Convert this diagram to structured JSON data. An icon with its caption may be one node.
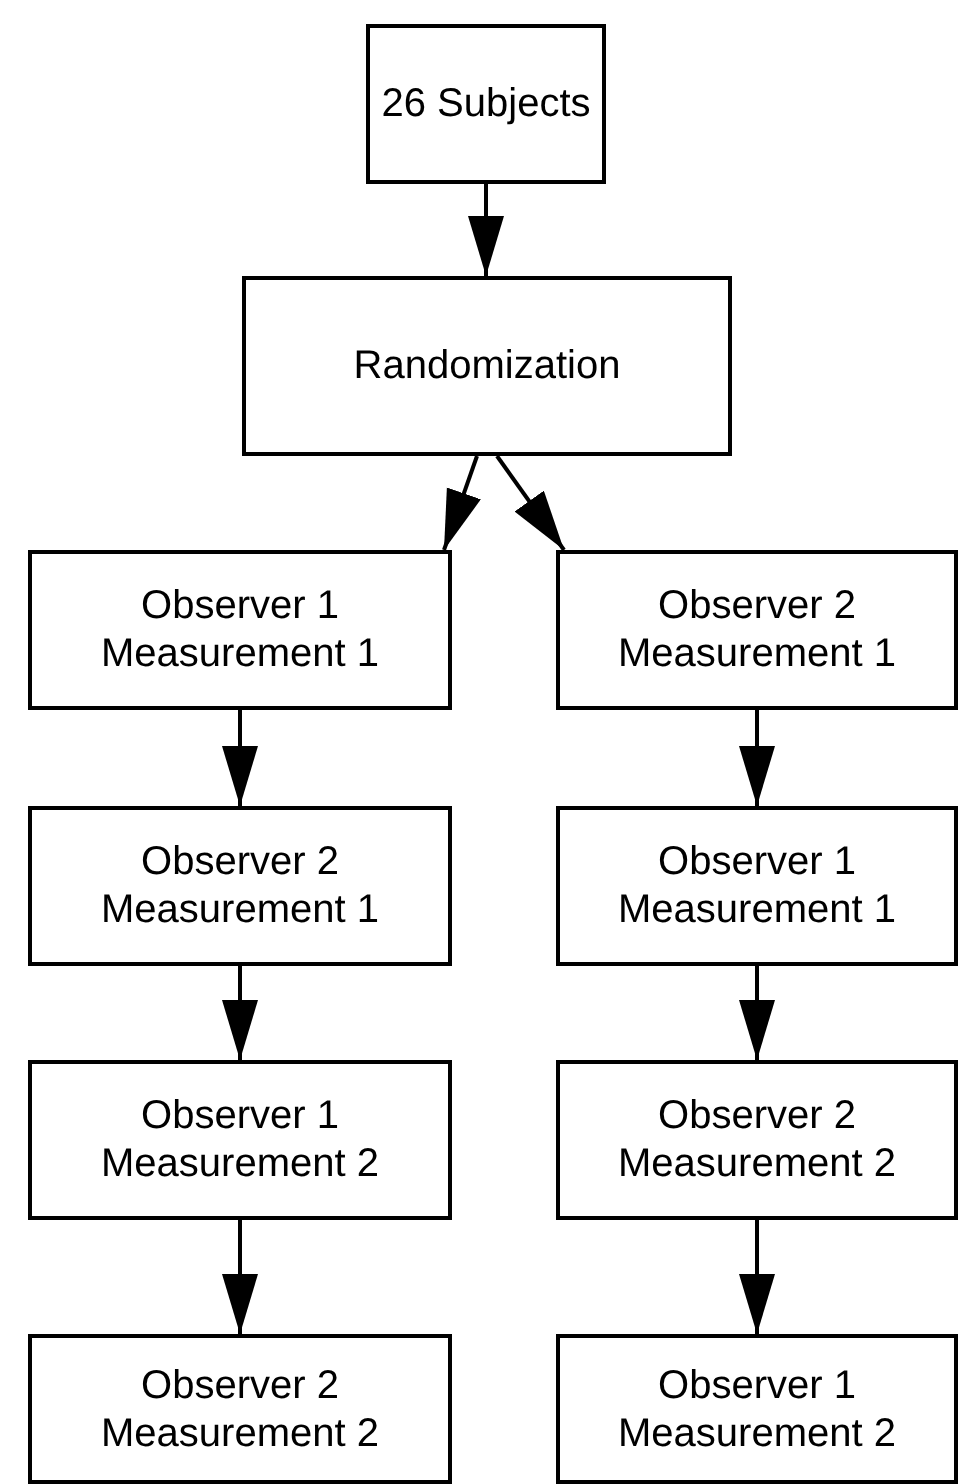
{
  "diagram": {
    "nodes": [
      {
        "text": [
          "26 Subjects"
        ]
      },
      {
        "text": [
          "Randomization"
        ]
      },
      {
        "text": [
          "Observer 1 Measurement 1"
        ]
      },
      {
        "text": [
          "Observer 2 Measurement 1"
        ]
      },
      {
        "text": [
          "Observer 2 Measurement 1"
        ]
      },
      {
        "text": [
          "Observer 1 Measurement 1"
        ]
      },
      {
        "text": [
          "Observer 1 Measurement 2"
        ]
      },
      {
        "text": [
          "Observer 2 Measurement 2"
        ]
      },
      {
        "text": [
          "Observer 2 Measurement 2"
        ]
      },
      {
        "text": [
          "Observer 1 Measurement 2"
        ]
      }
    ],
    "edges": [
      {
        "from": 0,
        "to": 1,
        "arrow": "to"
      },
      {
        "from": 1,
        "to": 2,
        "arrow": "to"
      },
      {
        "from": 1,
        "to": 3,
        "arrow": "to"
      },
      {
        "from": 2,
        "to": 4,
        "arrow": "to"
      },
      {
        "from": 4,
        "to": 6,
        "arrow": "to"
      },
      {
        "from": 6,
        "to": 8,
        "arrow": "to"
      },
      {
        "from": 3,
        "to": 5,
        "arrow": "to"
      },
      {
        "from": 5,
        "to": 7,
        "arrow": "to"
      },
      {
        "from": 7,
        "to": 9,
        "arrow": "to"
      }
    ]
  }
}
